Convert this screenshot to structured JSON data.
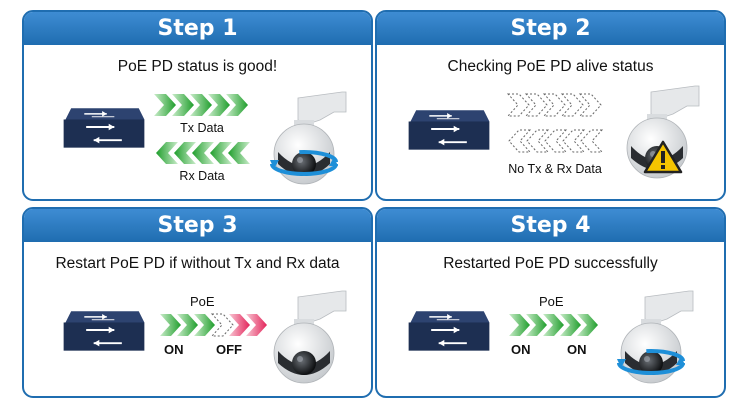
{
  "steps": [
    {
      "title": "Step 1",
      "caption": "PoE PD status is good!",
      "tx_label": "Tx Data",
      "rx_label": "Rx Data"
    },
    {
      "title": "Step 2",
      "caption": "Checking PoE PD alive status",
      "data_label": "No Tx & Rx Data"
    },
    {
      "title": "Step 3",
      "caption": "Restart PoE PD if without Tx and Rx data",
      "poe_label": "PoE",
      "on_label": "ON",
      "off_label": "OFF"
    },
    {
      "title": "Step 4",
      "caption": "Restarted PoE PD successfully",
      "poe_label": "PoE",
      "on_label": "ON",
      "on2_label": "ON"
    }
  ],
  "colors": {
    "header": "#1f6db0",
    "switch": "#1d2f52",
    "green": "#2fae3a",
    "pink": "#e8305f",
    "warning": "#f5c400"
  },
  "icons": [
    "network-switch-icon",
    "ptz-camera-icon",
    "warning-icon",
    "rotation-arrows-icon"
  ]
}
